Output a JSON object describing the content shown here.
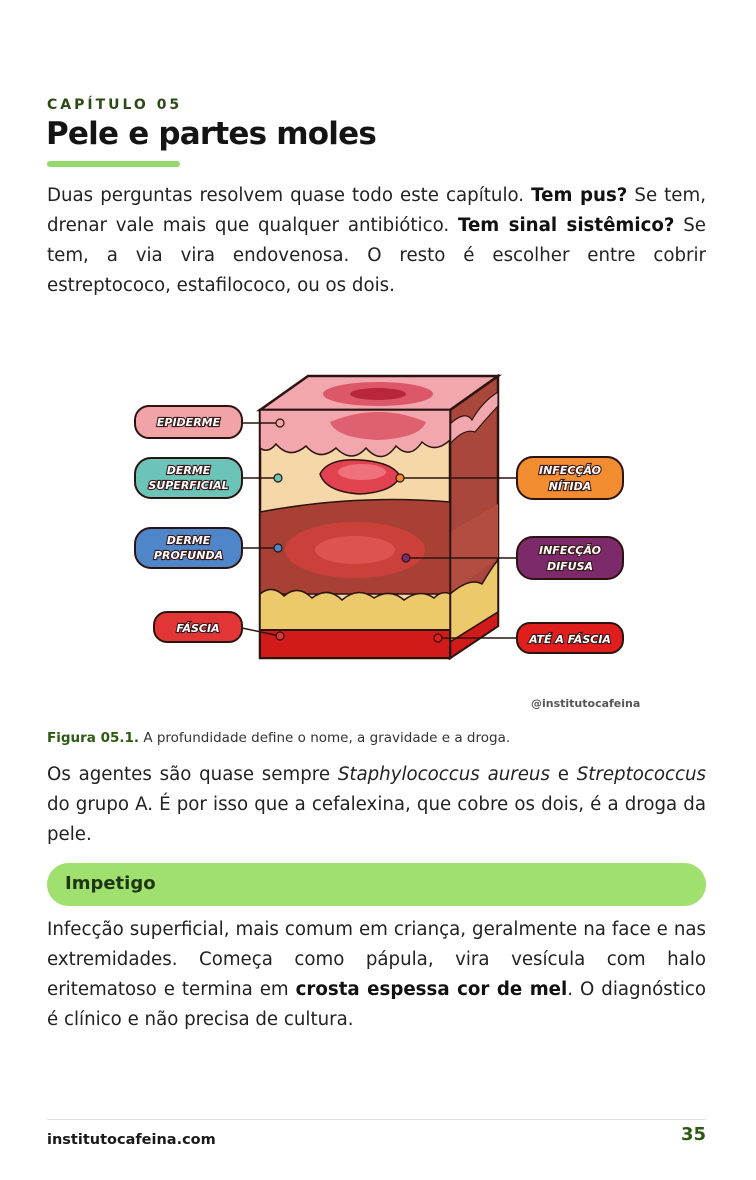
{
  "chapter": {
    "label": "CAPÍTULO 05",
    "title": "Pele e partes moles"
  },
  "intro": {
    "p1": "Duas perguntas resolvem quase todo este capítulo. ",
    "b1": "Tem pus?",
    "p2": " Se tem, drenar vale mais que qualquer antibiótico. ",
    "b2": "Tem sinal sistêmico?",
    "p3": " Se tem, a via vira endovenosa. O resto é escolher entre cobrir estreptococo, estafilococo, ou os dois."
  },
  "figure": {
    "labels": {
      "epiderme": "EPIDERME",
      "derme_superficial_1": "DERME",
      "derme_superficial_2": "SUPERFICIAL",
      "derme_profunda_1": "DERME",
      "derme_profunda_2": "PROFUNDA",
      "fascia": "FÁSCIA",
      "infeccao_nitida_1": "INFECÇÃO",
      "infeccao_nitida_2": "NÍTIDA",
      "infeccao_difusa_1": "INFECÇÃO",
      "infeccao_difusa_2": "DIFUSA",
      "ate_fascia": "ATÉ A FÁSCIA"
    },
    "colors": {
      "epiderme": "#f2a3a8",
      "derme_superficial": "#6cc3b8",
      "derme_profunda": "#4f86c9",
      "fascia": "#e23636",
      "infeccao_nitida": "#f28c30",
      "infeccao_difusa": "#7c2a6a",
      "ate_fascia": "#e01e1e"
    },
    "watermark": "@institutocafeina",
    "caption_label": "Figura 05.1.",
    "caption_text": " A profundidade define o nome, a gravidade e a droga."
  },
  "agents": {
    "p1": "Os agentes são quase sempre ",
    "i1": "Staphylococcus aureus",
    "p2": " e ",
    "i2": "Streptococcus",
    "p3": " do grupo A. É por isso que a cefalexina, que cobre os dois, é a droga da pele."
  },
  "section": {
    "title": "Impetigo"
  },
  "impetigo": {
    "p1": "Infecção superficial, mais comum em criança, geralmente na face e nas extremidades. Começa como pápula, vira vesícula com halo eritematoso e termina em ",
    "b1": "crosta espessa cor de mel",
    "p2": ". O diagnóstico é clínico e não precisa de cultura."
  },
  "footer": {
    "site": "institutocafeina.com",
    "page": "35"
  }
}
